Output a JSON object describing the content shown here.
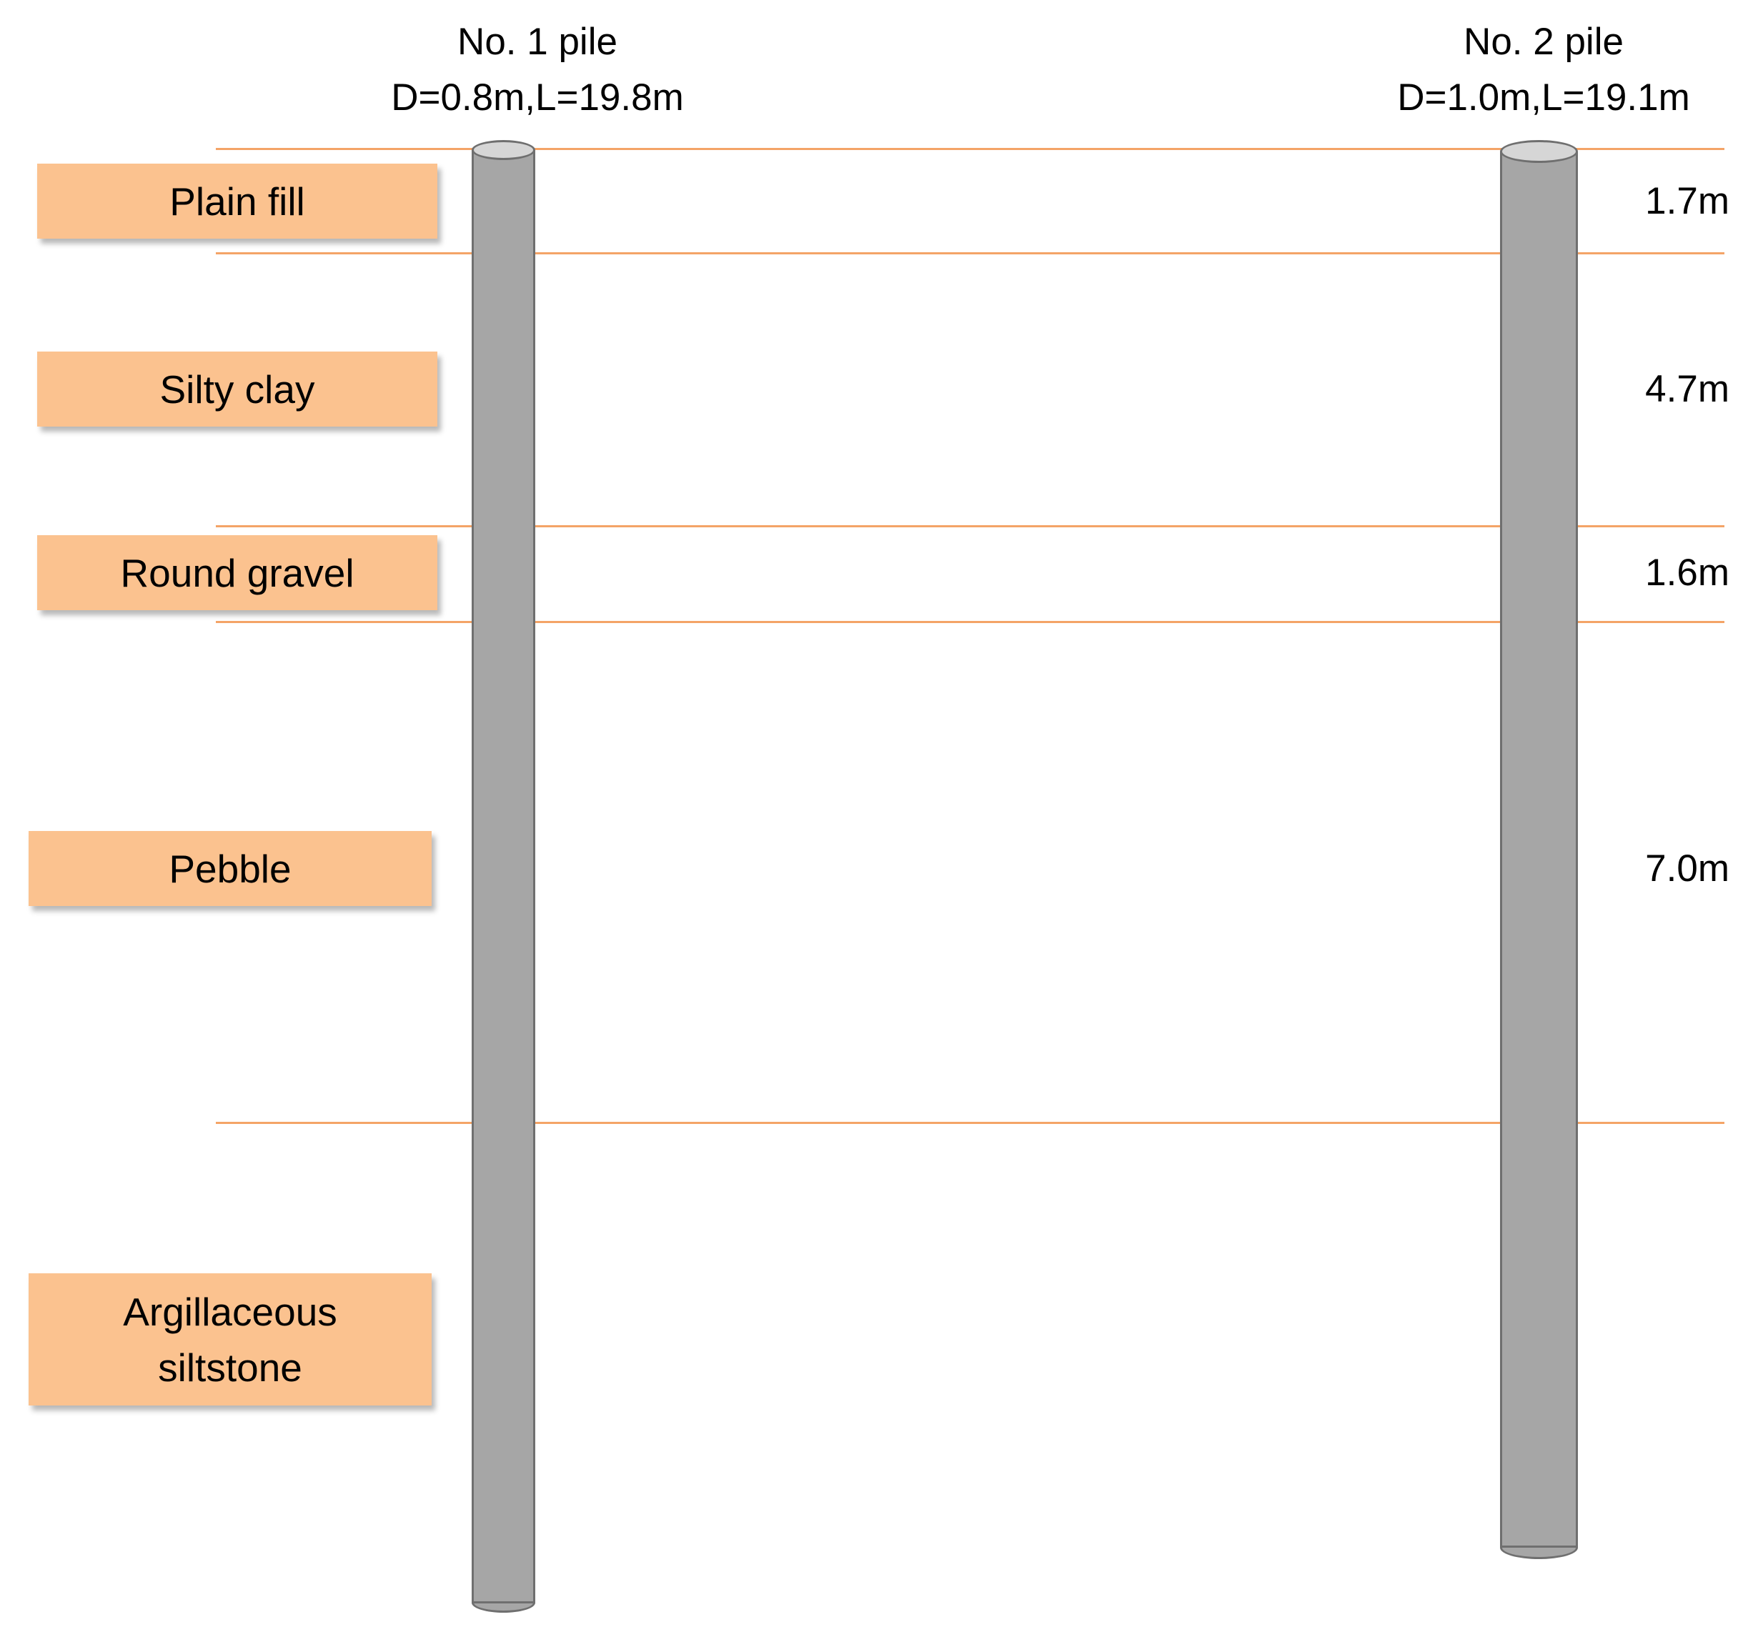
{
  "piles": [
    {
      "name": "No. 1 pile",
      "spec": "D=0.8m,L=19.8m",
      "diameter_m": 0.8,
      "length_m": 19.8
    },
    {
      "name": "No. 2 pile",
      "spec": "D=1.0m,L=19.1m",
      "diameter_m": 1.0,
      "length_m": 19.1
    }
  ],
  "layers": [
    {
      "name": "Plain fill",
      "thickness": "1.7m"
    },
    {
      "name": "Silty clay",
      "thickness": "4.7m"
    },
    {
      "name": "Round gravel",
      "thickness": "1.6m"
    },
    {
      "name": "Pebble",
      "thickness": "7.0m"
    },
    {
      "name_line1": "Argillaceous",
      "name_line2": "siltstone"
    }
  ],
  "colors": {
    "layer_box": "#fbc28f",
    "boundary_line": "#f4a467",
    "pile_body": "#a6a6a6",
    "pile_top": "#d6d6d6"
  }
}
